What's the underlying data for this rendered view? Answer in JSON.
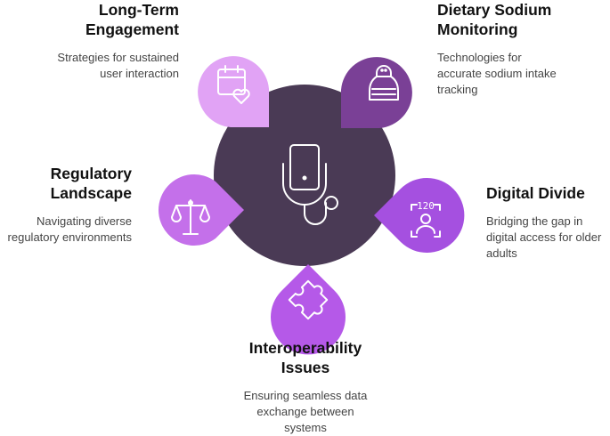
{
  "colors": {
    "center": "#4a3a55",
    "long_term": "#e1a3f5",
    "sodium": "#7a4096",
    "regulatory": "#c470ea",
    "interop": "#b559e8",
    "divide": "#a550e0",
    "icon_stroke": "#ffffff"
  },
  "center": {
    "icon": "stethoscope-tablet-icon"
  },
  "items": [
    {
      "key": "long_term",
      "title": "Long-Term Engagement",
      "title_lines": [
        "Long-Term",
        "Engagement"
      ],
      "description": "Strategies for sustained user interaction",
      "desc_lines": [
        "Strategies for sustained",
        "user interaction"
      ],
      "icon": "calendar-heart-icon"
    },
    {
      "key": "sodium",
      "title": "Dietary Sodium Monitoring",
      "title_lines": [
        "Dietary Sodium",
        "Monitoring"
      ],
      "description": "Technologies for accurate sodium intake tracking",
      "desc_lines": [
        "Technologies for",
        "accurate sodium intake",
        "tracking"
      ],
      "icon": "salt-shaker-icon"
    },
    {
      "key": "regulatory",
      "title": "Regulatory Landscape",
      "title_lines": [
        "Regulatory",
        "Landscape"
      ],
      "description": "Navigating diverse regulatory environments",
      "desc_lines": [
        "Navigating diverse",
        "regulatory environments"
      ],
      "icon": "scales-icon"
    },
    {
      "key": "divide",
      "title": "Digital Divide",
      "title_lines": [
        "Digital Divide"
      ],
      "description": "Bridging the gap in digital access for older adults",
      "desc_lines": [
        "Bridging the gap in",
        "digital access for older",
        "adults"
      ],
      "icon": "face-scan-120-icon",
      "icon_text": "120"
    },
    {
      "key": "interop",
      "title": "Interoperability Issues",
      "title_lines": [
        "Interoperability",
        "Issues"
      ],
      "description": "Ensuring seamless data exchange between systems",
      "desc_lines": [
        "Ensuring seamless data",
        "exchange between",
        "systems"
      ],
      "icon": "puzzle-piece-icon"
    }
  ]
}
